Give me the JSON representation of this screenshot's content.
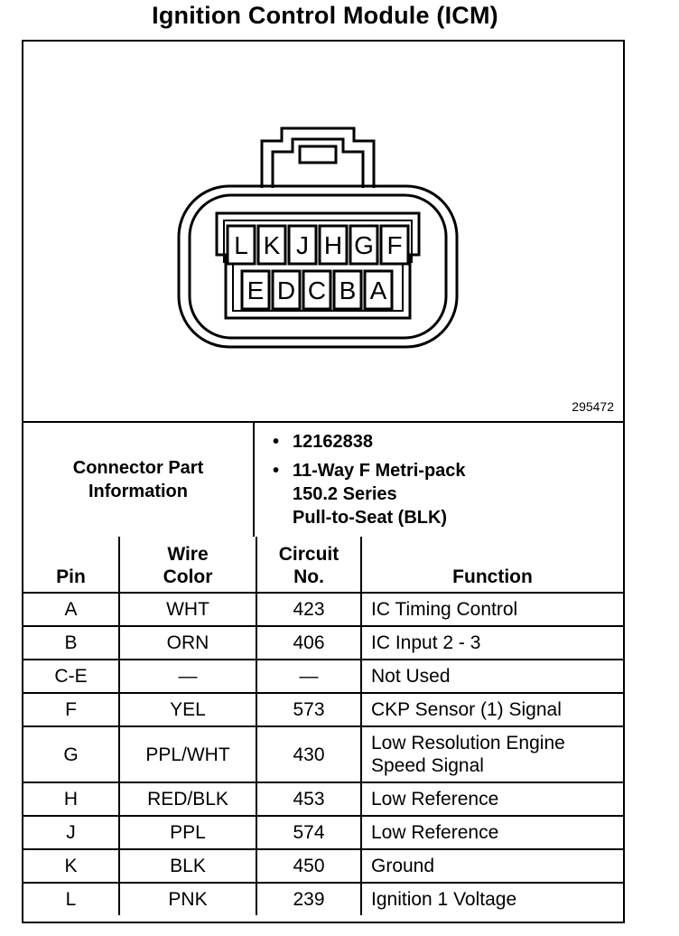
{
  "title": "Ignition Control Module (ICM)",
  "figure_number": "295472",
  "connector": {
    "top_row_pins": [
      "L",
      "K",
      "J",
      "H",
      "G",
      "F"
    ],
    "bottom_row_pins": [
      "E",
      "D",
      "C",
      "B",
      "A"
    ]
  },
  "part_info": {
    "label_line1": "Connector Part",
    "label_line2": "Information",
    "bullet": "•",
    "part_number": "12162838",
    "description_line1": "11-Way F Metri-pack",
    "description_line2": "150.2 Series",
    "description_line3": "Pull-to-Seat (BLK)"
  },
  "table": {
    "headers": {
      "pin": "Pin",
      "wire_line1": "Wire",
      "wire_line2": "Color",
      "circuit_line1": "Circuit",
      "circuit_line2": "No.",
      "function": "Function"
    },
    "rows": [
      {
        "pin": "A",
        "wire": "WHT",
        "circuit": "423",
        "function": "IC Timing Control",
        "function2": ""
      },
      {
        "pin": "B",
        "wire": "ORN",
        "circuit": "406",
        "function": "IC Input 2 - 3",
        "function2": ""
      },
      {
        "pin": "C-E",
        "wire": "—",
        "circuit": "—",
        "function": "Not Used",
        "function2": ""
      },
      {
        "pin": "F",
        "wire": "YEL",
        "circuit": "573",
        "function": "CKP Sensor (1) Signal",
        "function2": ""
      },
      {
        "pin": "G",
        "wire": "PPL/WHT",
        "circuit": "430",
        "function": "Low Resolution Engine",
        "function2": "Speed Signal"
      },
      {
        "pin": "H",
        "wire": "RED/BLK",
        "circuit": "453",
        "function": "Low Reference",
        "function2": ""
      },
      {
        "pin": "J",
        "wire": "PPL",
        "circuit": "574",
        "function": "Low Reference",
        "function2": ""
      },
      {
        "pin": "K",
        "wire": "BLK",
        "circuit": "450",
        "function": "Ground",
        "function2": ""
      },
      {
        "pin": "L",
        "wire": "PNK",
        "circuit": "239",
        "function": "Ignition 1 Voltage",
        "function2": ""
      }
    ]
  }
}
